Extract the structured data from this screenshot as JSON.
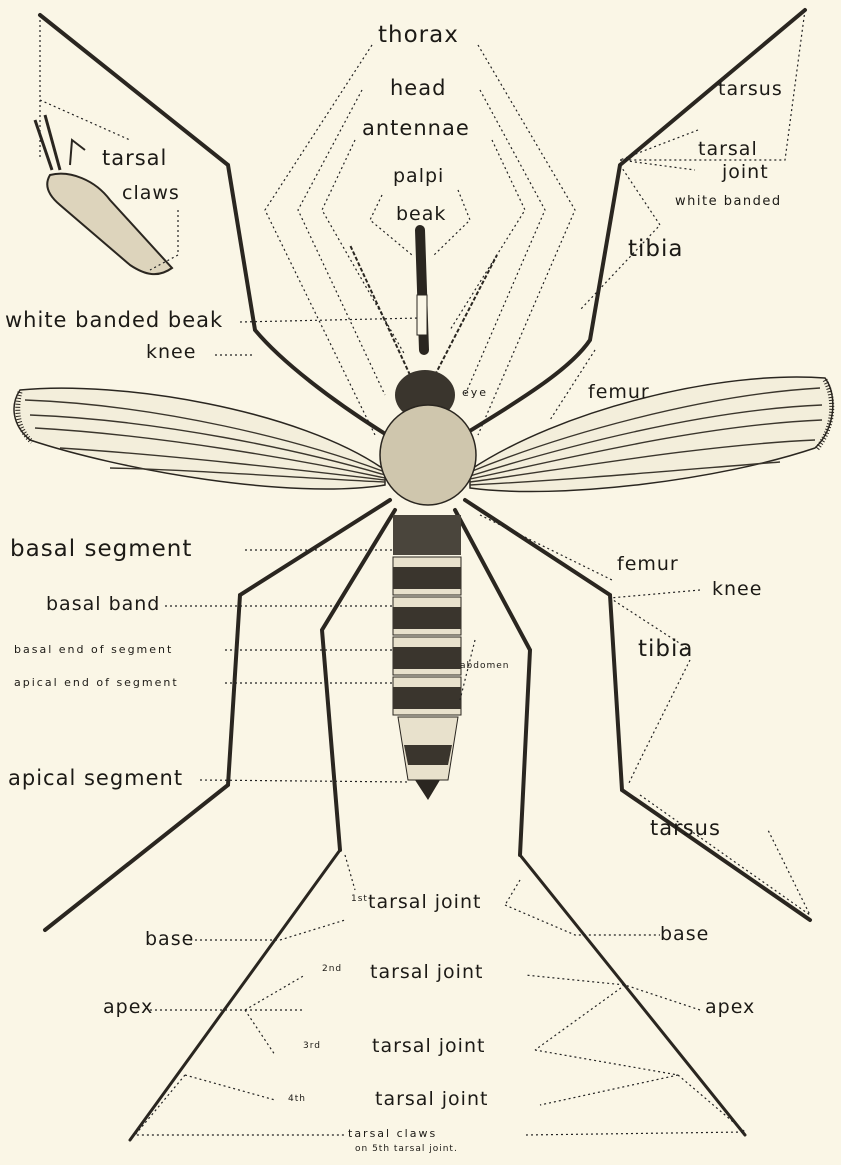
{
  "labels": {
    "thorax": "thorax",
    "head": "head",
    "antennae": "antennae",
    "palpi": "palpi",
    "beak": "beak",
    "tarsal_claws_inset_1": "tarsal",
    "tarsal_claws_inset_2": "claws",
    "tarsus_upper_right": "tarsus",
    "tarsal_joint_upper_right": "tarsal",
    "joint_upper_right": "joint",
    "white_banded_upper_right": "white banded",
    "tibia_upper_right": "tibia",
    "white_banded_beak": "white banded beak",
    "knee_upper_left": "knee",
    "eye": "eye",
    "femur_upper_right": "femur",
    "basal_segment": "basal segment",
    "femur_right": "femur",
    "knee_right": "knee",
    "basal_band": "basal band",
    "tibia_right": "tibia",
    "basal_end_of_segment": "basal end of segment",
    "apical_end_of_segment": "apical end of segment",
    "abdomen": "abdomen",
    "apical_segment": "apical segment",
    "tarsus_right": "tarsus",
    "first_tarsal_joint_sup": "1st",
    "first_tarsal_joint": "tarsal joint",
    "base_left": "base",
    "base_right": "base",
    "second_tarsal_joint_sup": "2nd",
    "second_tarsal_joint": "tarsal joint",
    "apex_left": "apex",
    "apex_right": "apex",
    "third_tarsal_joint_sup": "3rd",
    "third_tarsal_joint": "tarsal joint",
    "fourth_tarsal_joint_sup": "4th",
    "fourth_tarsal_joint": "tarsal joint",
    "tarsal_claws_bottom": "tarsal claws",
    "tarsal_claws_bottom_sub": "on 5th tarsal joint."
  }
}
